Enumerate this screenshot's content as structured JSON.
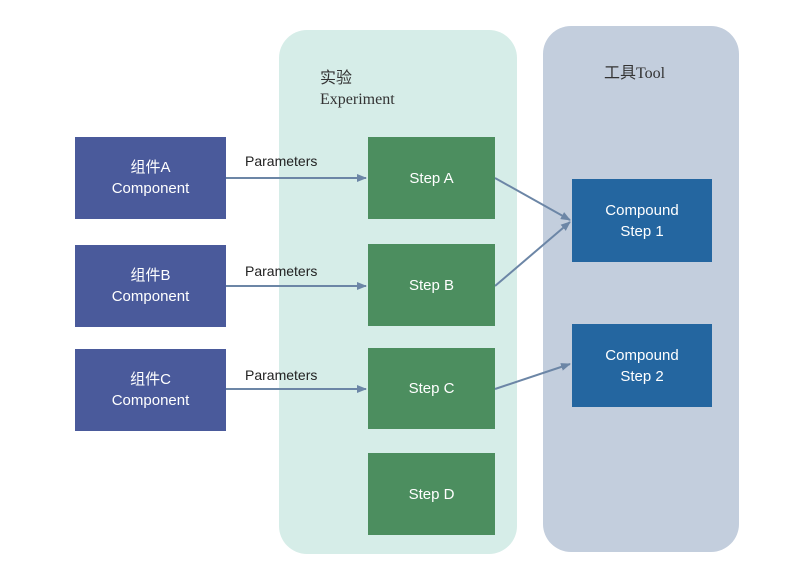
{
  "experiment": {
    "title_cn": "实验",
    "title_en": "Experiment"
  },
  "tool": {
    "title": "工具Tool"
  },
  "components": [
    {
      "label_cn": "组件A",
      "label_en": "Component"
    },
    {
      "label_cn": "组件B",
      "label_en": "Component"
    },
    {
      "label_cn": "组件C",
      "label_en": "Component"
    }
  ],
  "parameters_label": "Parameters",
  "steps": [
    "Step A",
    "Step B",
    "Step C",
    "Step D"
  ],
  "compounds": [
    {
      "line1": "Compound",
      "line2": "Step 1"
    },
    {
      "line1": "Compound",
      "line2": "Step 2"
    }
  ],
  "colors": {
    "component": "#4a5a9b",
    "step": "#4c8e5f",
    "compound": "#2466a0",
    "experiment_panel": "#d6ede8",
    "tool_panel": "#c3cedd",
    "arrow": "#6c86a6"
  }
}
